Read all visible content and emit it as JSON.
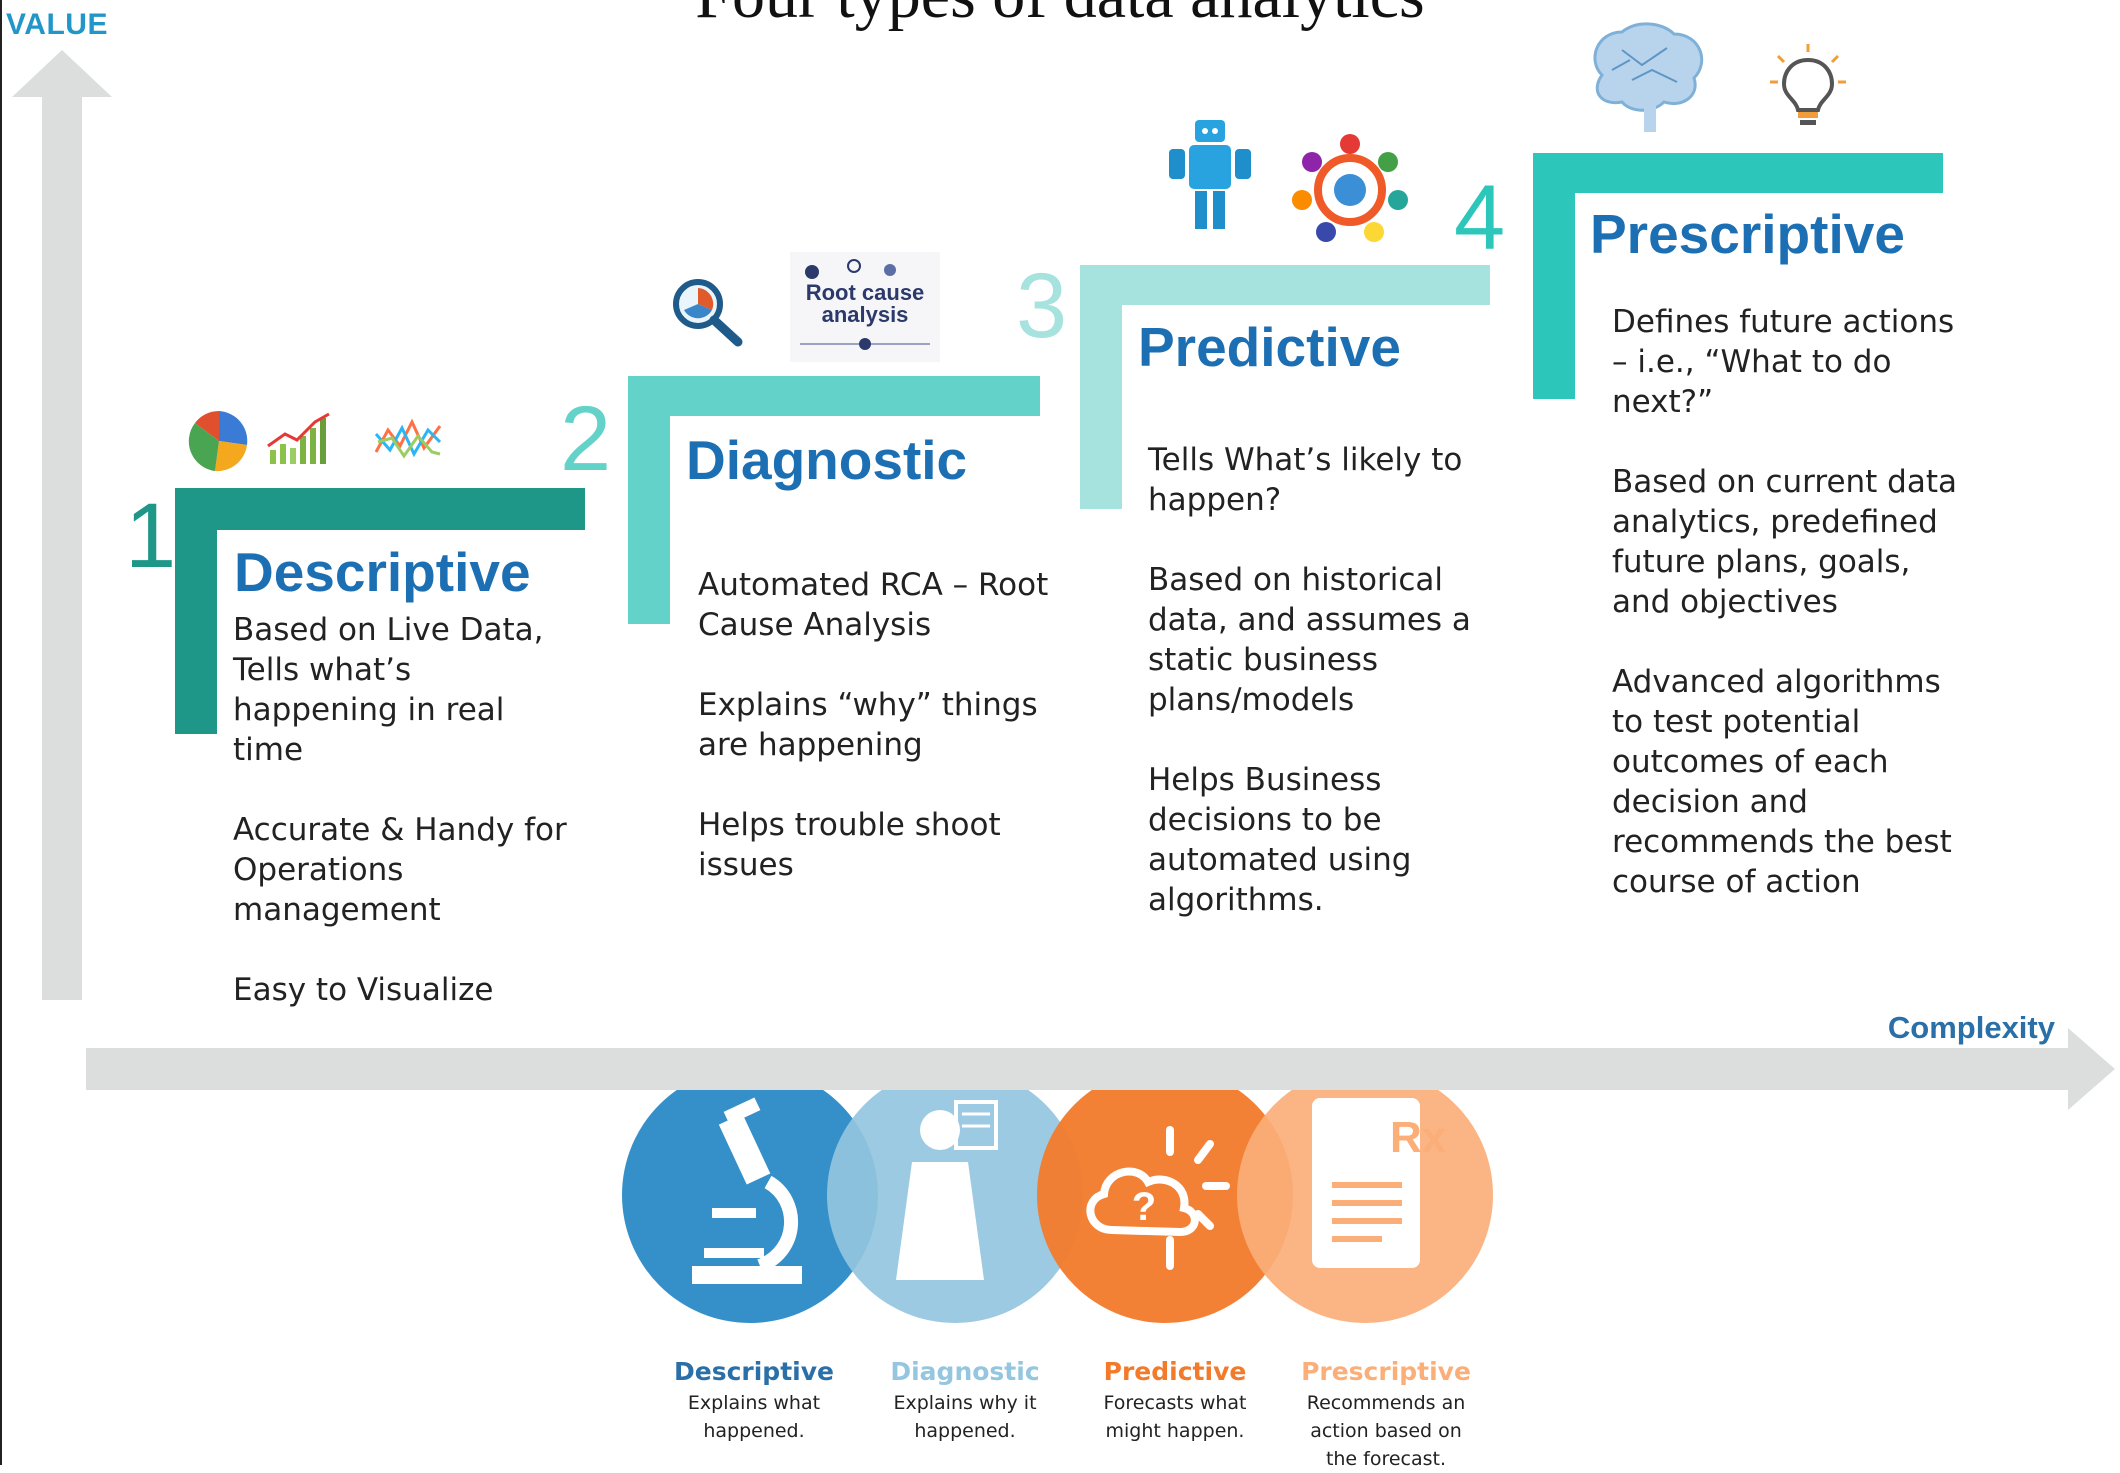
{
  "title": "Four types of data analytics",
  "axes": {
    "y_label": "VALUE",
    "x_label": "Complexity"
  },
  "steps": [
    {
      "number": "1",
      "title": "Descriptive",
      "points": [
        "Based on Live Data, Tells what’s happening in real time",
        "Accurate & Handy for Operations management",
        "Easy to Visualize"
      ],
      "color": "#1e9688"
    },
    {
      "number": "2",
      "title": "Diagnostic",
      "points": [
        "Automated RCA – Root Cause Analysis",
        "Explains “why” things are happening",
        "Helps trouble shoot issues"
      ],
      "color": "#63d3c9"
    },
    {
      "number": "3",
      "title": "Predictive",
      "points": [
        "Tells What’s likely to happen?",
        "Based on historical data, and assumes a static business plans/models",
        "Helps Business decisions to be automated using algorithms."
      ],
      "color": "#a6e2de"
    },
    {
      "number": "4",
      "title": "Prescriptive",
      "points": [
        "Defines future actions – i.e., “What to do next?”",
        "Based on current data analytics, predefined future plans, goals, and objectives",
        "Advanced algorithms to test potential outcomes of each decision and recommends the best course of action"
      ],
      "color": "#2dc6ba"
    }
  ],
  "step_icons": {
    "diagnostic_badge": [
      "Root cause",
      "analysis"
    ],
    "prescription_symbol": "Rx"
  },
  "bottom": [
    {
      "title": "Descriptive",
      "desc": "Explains what\nhappened.",
      "color": "#2a8ac6"
    },
    {
      "title": "Diagnostic",
      "desc": "Explains why it\nhappened.",
      "color": "#94c6e0"
    },
    {
      "title": "Predictive",
      "desc": "Forecasts what\nmight happen.",
      "color": "#f27a2a"
    },
    {
      "title": "Prescriptive",
      "desc": "Recommends an\naction based on\nthe forecast.",
      "color": "#fbae78"
    }
  ]
}
